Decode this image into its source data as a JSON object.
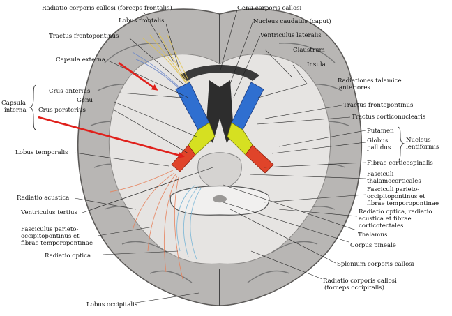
{
  "labels": {
    "radiatio_frontalis": "Radiatio corporis callosi (forceps frontalis)",
    "genu_cc": "Genu corporis callosi",
    "lobus_frontalis": "Lobus frontalis",
    "nucleus_caudatus": "Nucleus caudatus (caput)",
    "tractus_fronto_left": "Tractus frontopontinus",
    "ventriculus_lateralis": "Ventriculus lateralis",
    "claustrum": "Claustrum",
    "capsula_externa": "Capsula externa",
    "insula": "Insula",
    "radiationes_talamice": "Radiationes talamice",
    "anteriores": "anteriores",
    "capsula": "Capsula",
    "interna": "interna",
    "crus_anterius": "Crus anterius",
    "genu": "Genu",
    "crus_posterius": "Crus porsterius",
    "tractus_fronto_right": "Tractus frontopontinus",
    "tractus_corticonuclearis": "Tractus corticonuclearis",
    "putamen": "Putamen",
    "globus": "Globus",
    "pallidus": "pallidus",
    "nucleus": "Nucleus",
    "lentiformis": "lentiformis",
    "lobus_temporalis": "Lobus temporalis",
    "fibrae_corticospinalis": "Fibrae corticospinalis",
    "fasciculi": "Fasciculi",
    "thalamocorticales": "thalamocorticales",
    "radiatio_acustica": "Radiatio acustica",
    "fasc_parieto_r1": "Fasciculi parieto-",
    "fasc_parieto_r2": "occipitopontinus et",
    "fasc_parieto_r3": "fibrae temporopontinae",
    "ventriculus_tertius": "Ventriculus tertius",
    "radiatio_optica_r1": "Radiatio optica, radiatio",
    "radiatio_optica_r2": "acustica et fibrae",
    "radiatio_optica_r3": "corticotectales",
    "fasc_left_1": "Fasciculus parieto-",
    "fasc_left_2": "occipitopontinus et",
    "fasc_left_3": "fibrae temporopontinae",
    "thalamus": "Thalamus",
    "corpus_pineale": "Corpus pineale",
    "radiatio_optica": "Radiatio optica",
    "splenium": "Splenium corporis callosi",
    "radiatio_occipitalis_1": "Radiatio corporis callosi",
    "radiatio_occipitalis_2": "(forceps occipitalis)",
    "lobus_occipitalis": "Lobus occipitalis"
  },
  "colors": {
    "arrow": "#e0201b",
    "crus_anterius": "#2f6fd0",
    "genu": "#d6e021",
    "crus_posterius": "#e0442a",
    "frontopontine_fibers": "#e2c24a",
    "corticonuclear_fibers": "#6a86c9",
    "radiatio_acustica": "#e7825c",
    "radiatio_optica": "#7ab6d6",
    "brain_gray": "#b8b6b4",
    "white_matter": "#e6e4e2"
  },
  "arrows": [
    {
      "from": "capsula_externa",
      "to": "crus_anterius"
    },
    {
      "from": "crus_posterius",
      "to": "crus_posterius_region"
    }
  ]
}
